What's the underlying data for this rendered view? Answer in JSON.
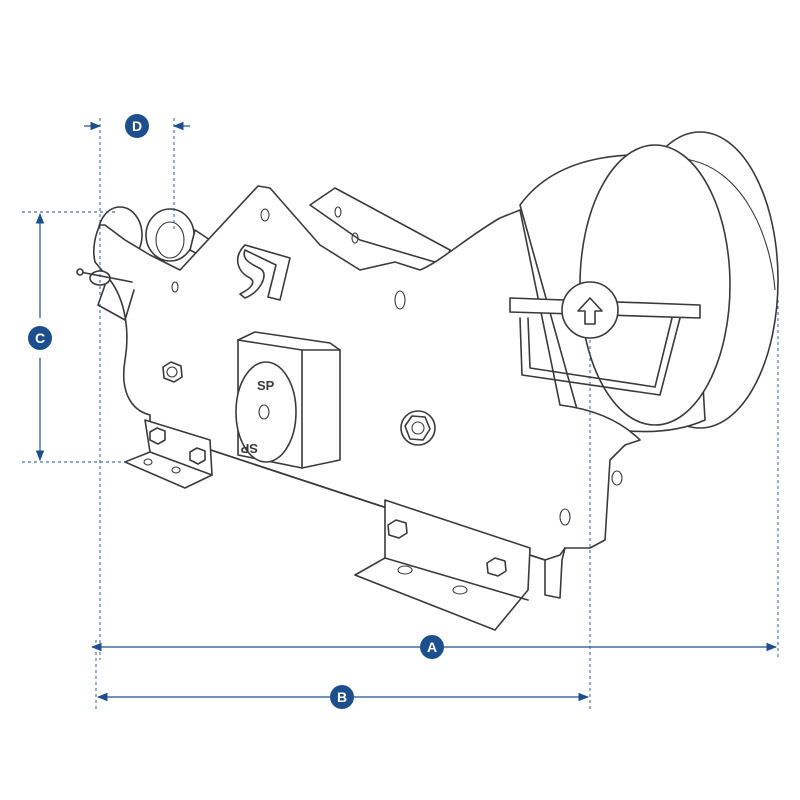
{
  "dimensions": {
    "A": {
      "label": "A"
    },
    "B": {
      "label": "B"
    },
    "C": {
      "label": "C"
    },
    "D": {
      "label": "D"
    }
  },
  "logo": {
    "text": "SP"
  },
  "colors": {
    "dimension": "#1d4f8c",
    "outline": "#3a3a3a",
    "background": "#ffffff"
  },
  "icons": {
    "handle_knob": "up-arrow-icon"
  }
}
